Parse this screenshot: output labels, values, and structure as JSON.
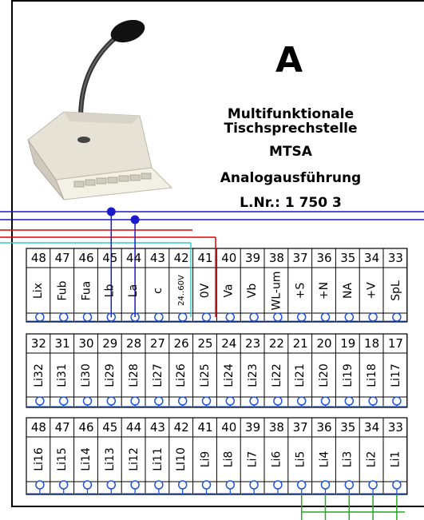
{
  "module": {
    "letter": "A",
    "description_lines": [
      "Multifunktionale",
      "Tischsprechstelle",
      "MTSA",
      "Analogausführung",
      "L.Nr.: 1 750 3"
    ]
  },
  "terminal_rows": [
    {
      "numbers": [
        "48",
        "47",
        "46",
        "45",
        "44",
        "43",
        "42",
        "41",
        "40",
        "39",
        "38",
        "37",
        "36",
        "35",
        "34",
        "33"
      ],
      "labels": [
        "Lix",
        "Fub",
        "Fua",
        "Lb",
        "La",
        "c",
        "24..60V",
        "0V",
        "Va",
        "Vb",
        "WL-um",
        "+S",
        "+N",
        "NA",
        "+V",
        "SpL"
      ]
    },
    {
      "numbers": [
        "32",
        "31",
        "30",
        "29",
        "28",
        "27",
        "26",
        "25",
        "24",
        "23",
        "22",
        "21",
        "20",
        "19",
        "18",
        "17"
      ],
      "labels": [
        "Li32",
        "Li31",
        "Li30",
        "Li29",
        "Li28",
        "Li27",
        "Li26",
        "Li25",
        "Li24",
        "Li23",
        "Li22",
        "Li21",
        "Li20",
        "Li19",
        "Li18",
        "Li17"
      ]
    },
    {
      "numbers": [
        "48",
        "47",
        "46",
        "45",
        "44",
        "43",
        "42",
        "41",
        "40",
        "39",
        "38",
        "37",
        "36",
        "35",
        "34",
        "33"
      ],
      "labels": [
        "Li16",
        "Li15",
        "Li14",
        "Li13",
        "Li12",
        "Li11",
        "LI10",
        "Li9",
        "Li8",
        "Li7",
        "Li6",
        "Li5",
        "Li4",
        "Li3",
        "Li2",
        "Li1"
      ]
    }
  ],
  "colors": {
    "frame": "#000000",
    "wire_blue": "#1a1acc",
    "wire_red": "#e00000",
    "wire_cyan": "#33cccc",
    "wire_green": "#22aa22",
    "terminal_connector": "#2255dd"
  },
  "icons": {
    "microphone_station": "desk-microphone-icon"
  }
}
